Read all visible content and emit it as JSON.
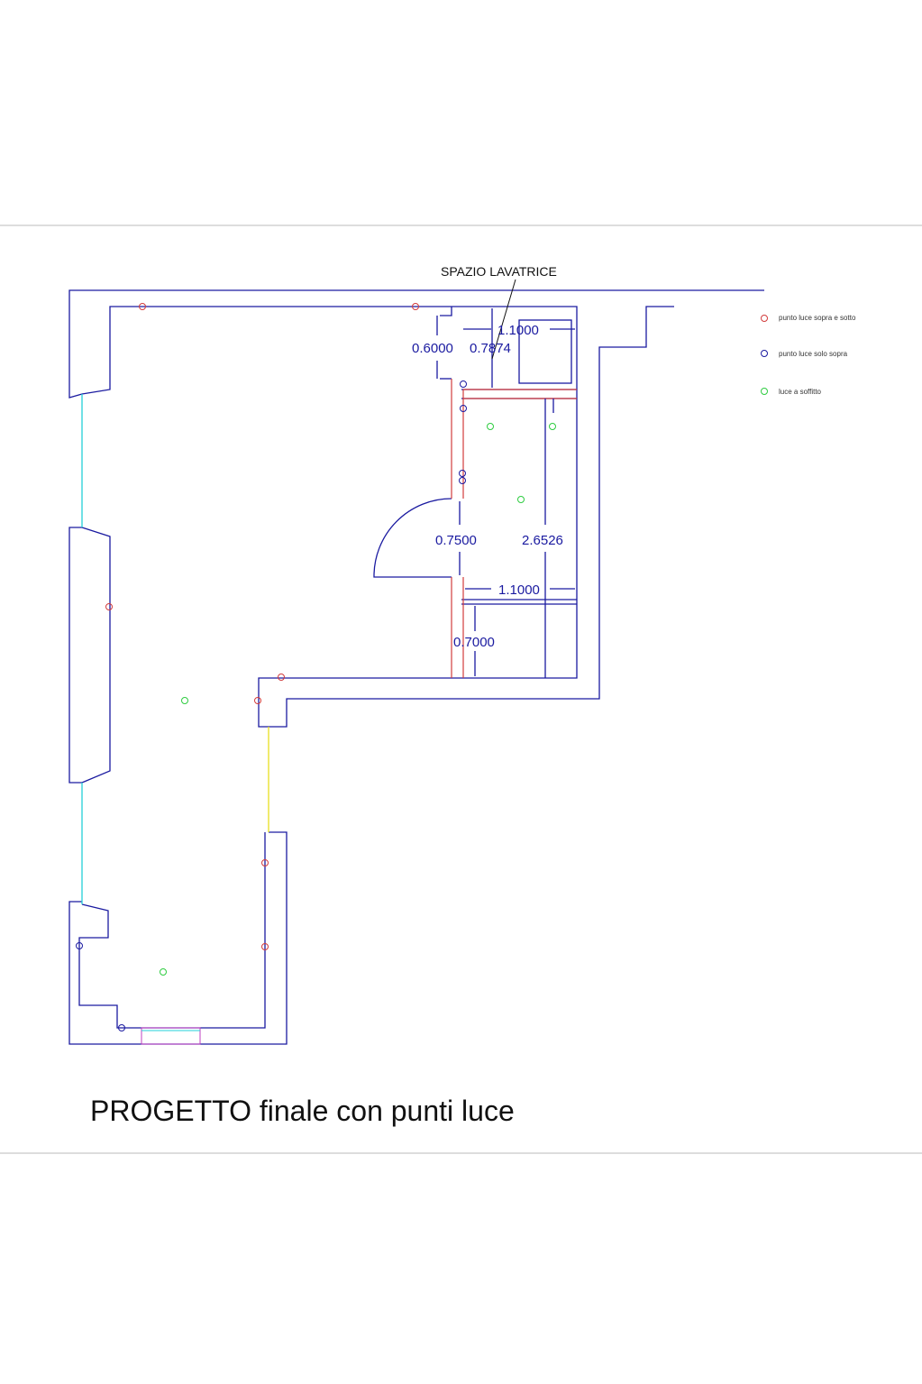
{
  "label_top": "SPAZIO LAVATRICE",
  "dimensions": [
    "1.1000",
    "0.6000",
    "0.7874",
    "0.7500",
    "2.6526",
    "1.1000",
    "0.7000"
  ],
  "legend": [
    {
      "label": "punto luce sopra e sotto",
      "color": "#d23c3c"
    },
    {
      "label": "punto luce solo sopra",
      "color": "#1a1aa0"
    },
    {
      "label": "luce a soffitto",
      "color": "#2ecc40"
    }
  ],
  "title": "PROGETTO finale con punti luce"
}
